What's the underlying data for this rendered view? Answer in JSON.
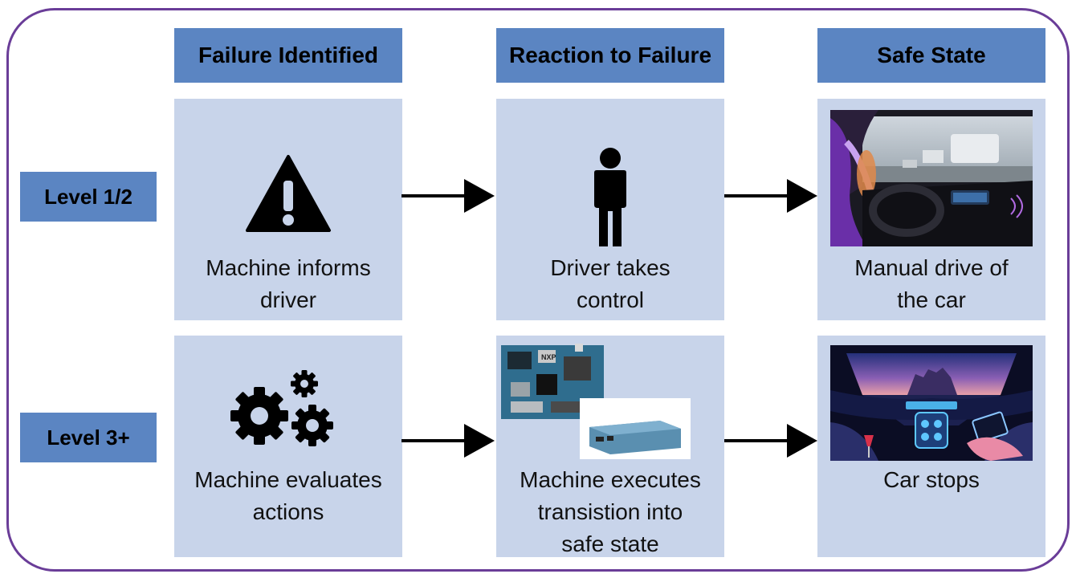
{
  "headers": {
    "failure": "Failure Identified",
    "reaction": "Reaction to Failure",
    "safe": "Safe State"
  },
  "levels": {
    "level12": "Level 1/2",
    "level3": "Level 3+"
  },
  "row1": {
    "failure_line1": "Machine informs",
    "failure_line2": "driver",
    "reaction_line1": "Driver takes",
    "reaction_line2": "control",
    "safe_line1": "Manual drive of",
    "safe_line2": "the car"
  },
  "row2": {
    "failure_line1": "Machine evaluates",
    "failure_line2": "actions",
    "reaction_line1": "Machine executes",
    "reaction_line2": "transistion into",
    "reaction_line3": "safe state",
    "safe_line1": "Car stops"
  },
  "colors": {
    "frame": "#6a3d98",
    "header_fill": "#5b85c2",
    "box_fill": "#c8d4ea"
  },
  "icons": {
    "failure_row1": "warning-icon",
    "reaction_row1": "person-icon",
    "failure_row2": "gears-icon",
    "arrows": "arrow-right-icon"
  }
}
